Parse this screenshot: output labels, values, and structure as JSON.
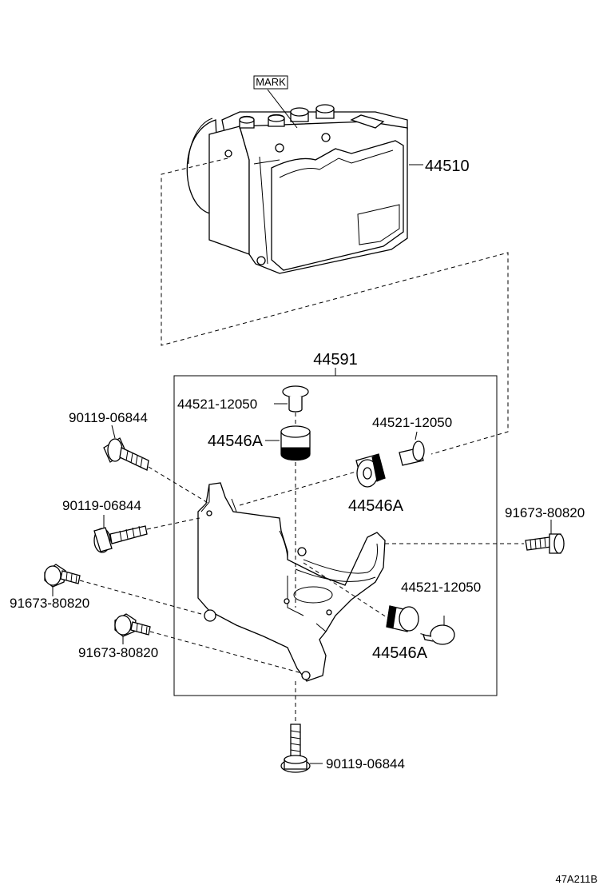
{
  "labels": {
    "mark": "MARK",
    "actuator": "44510",
    "bracket": "44591",
    "cushion_collar_1": "44521-12050",
    "cushion_collar_2": "44521-12050",
    "cushion_collar_3": "44521-12050",
    "grommet_1": "44546A",
    "grommet_2": "44546A",
    "grommet_3": "44546A",
    "bolt_1": "90119-06844",
    "bolt_2": "90119-06844",
    "bolt_3": "90119-06844",
    "screw_1": "91673-80820",
    "screw_2": "91673-80820",
    "screw_3": "91673-80820",
    "diagram_id": "47A211B"
  }
}
